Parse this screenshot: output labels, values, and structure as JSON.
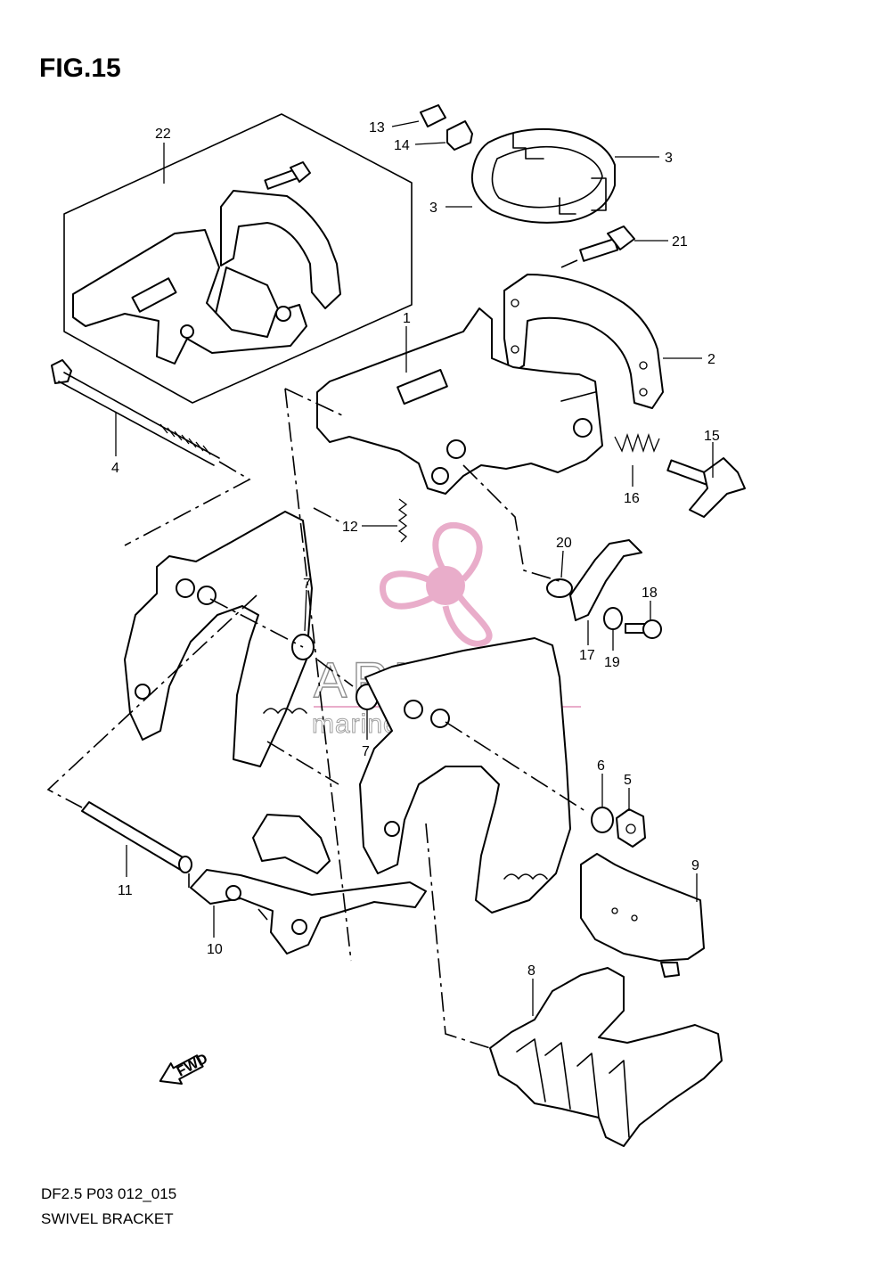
{
  "figure": {
    "title": "FIG.15",
    "code": "DF2.5 P03 012_015",
    "name": "SWIVEL BRACKET"
  },
  "watermark": {
    "brand": "ARMADA",
    "tagline": "marine outboards",
    "logo_icon": "propeller-icon",
    "logo_color": "#e8a9c8"
  },
  "direction_marker": {
    "label": "FWD",
    "icon": "arrow-left-icon"
  },
  "callouts": [
    "22",
    "13",
    "14",
    "3",
    "3",
    "21",
    "1",
    "2",
    "4",
    "15",
    "16",
    "12",
    "20",
    "18",
    "7",
    "17",
    "19",
    "7",
    "6",
    "5",
    "9",
    "11",
    "10",
    "8"
  ]
}
